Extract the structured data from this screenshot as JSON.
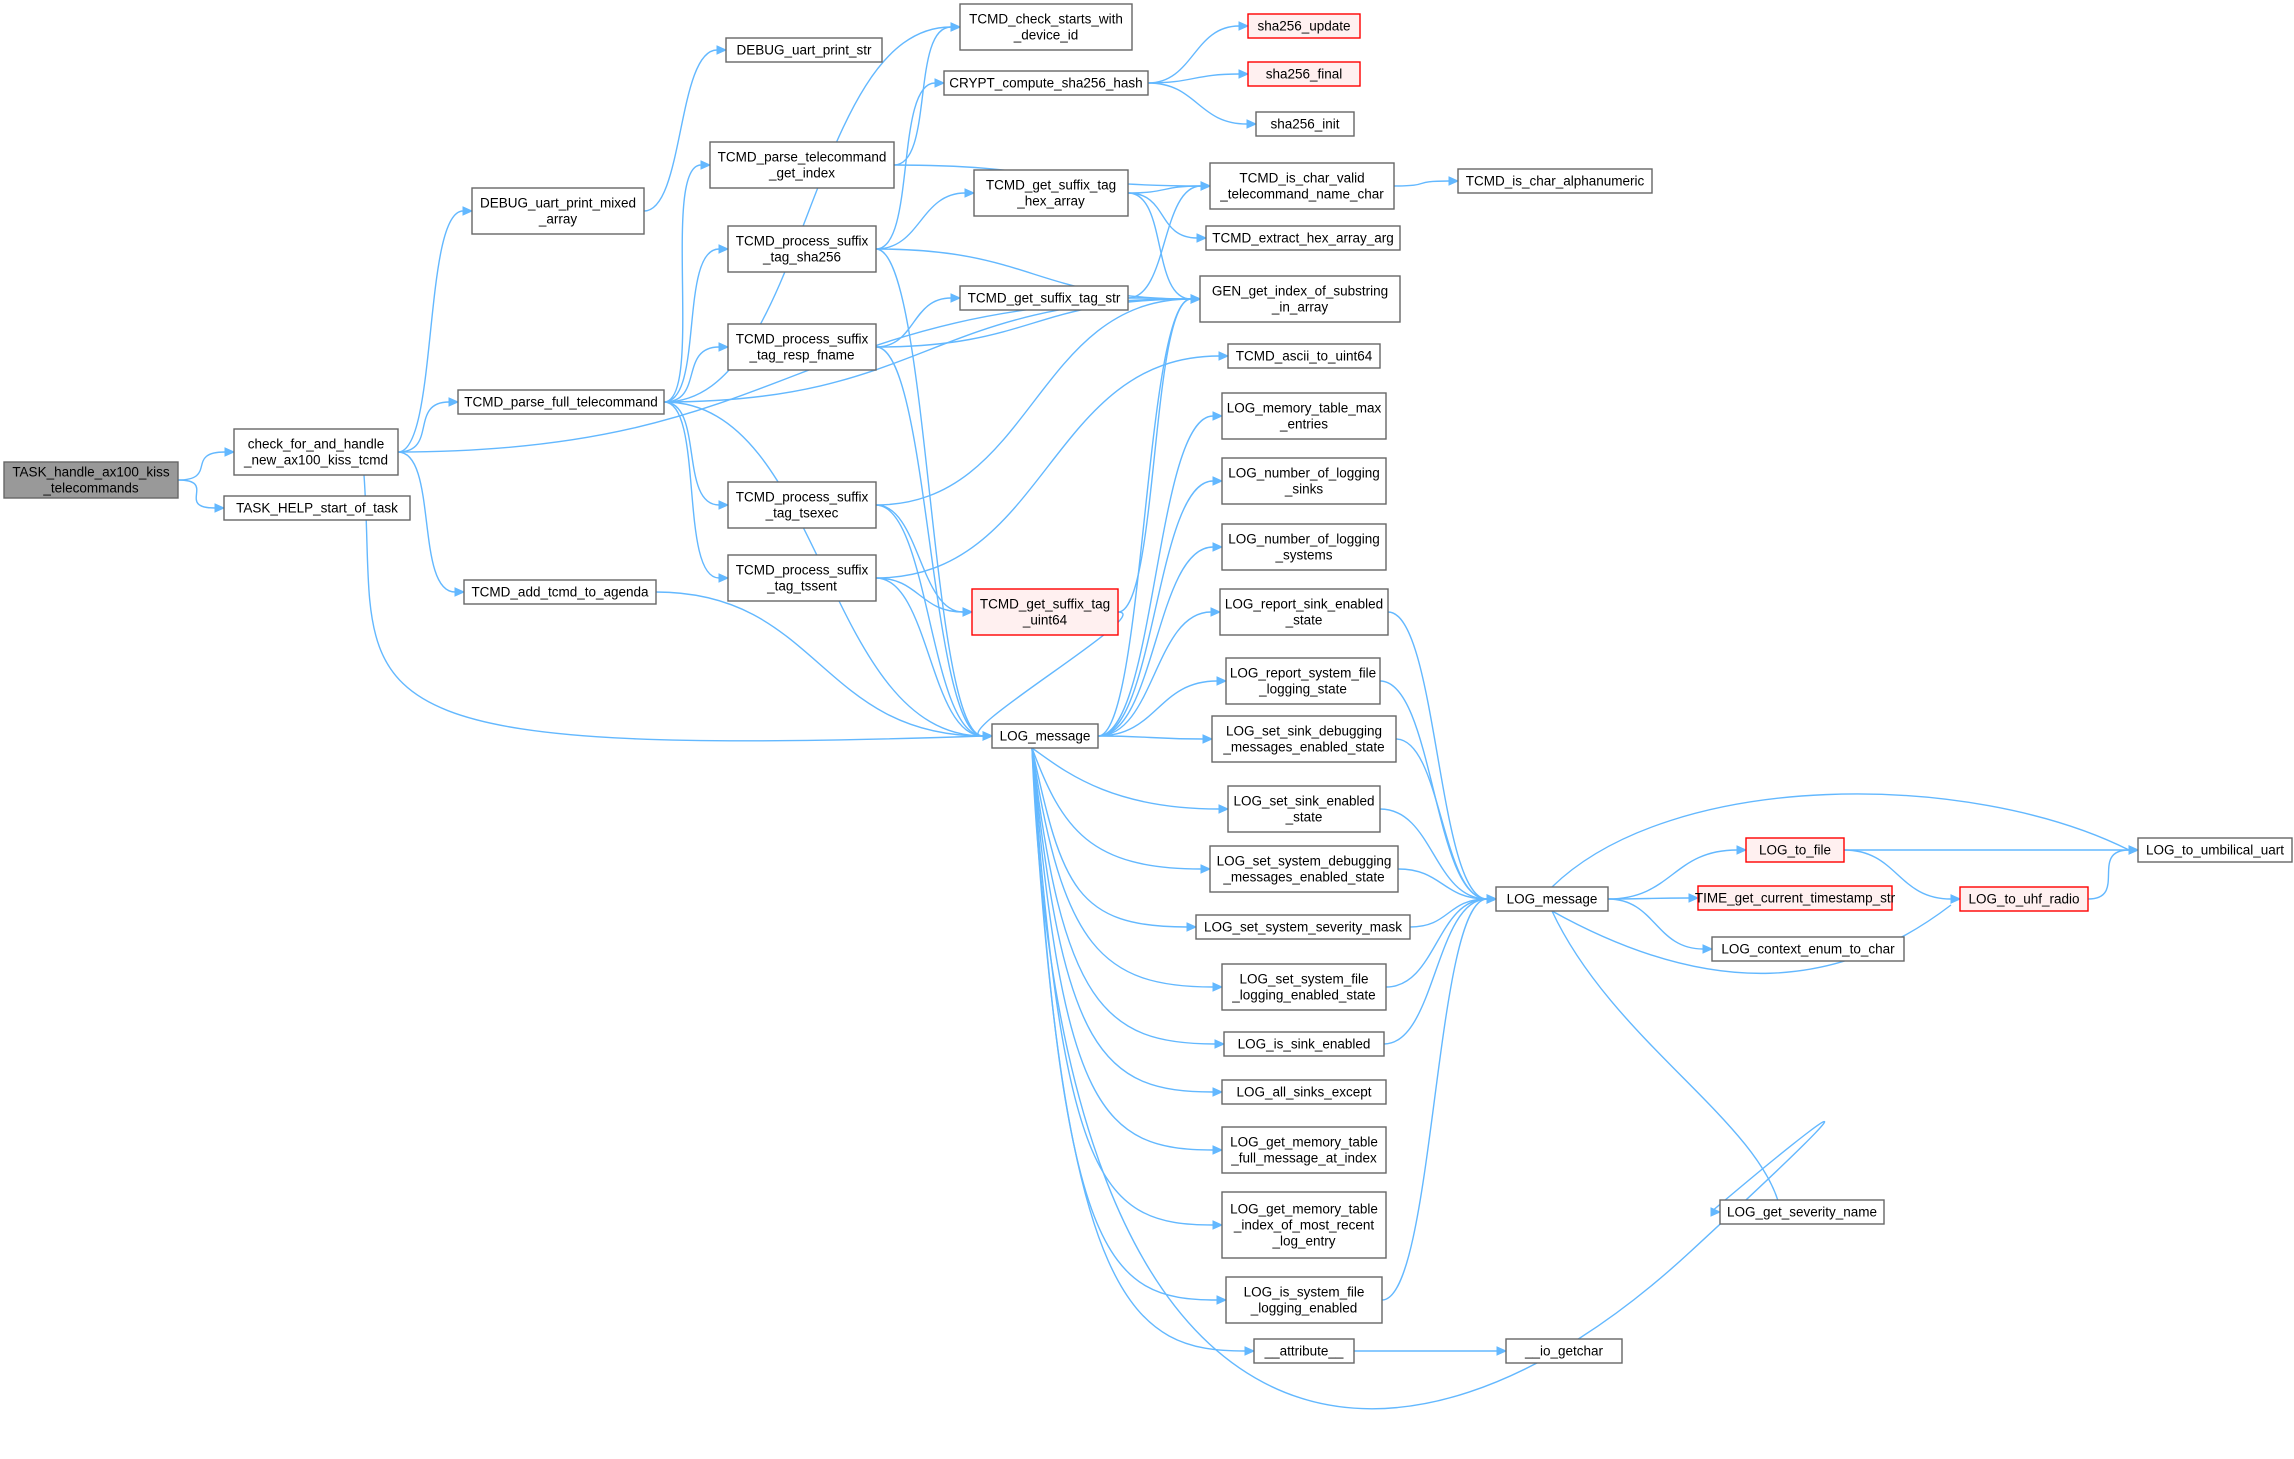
{
  "colors": {
    "node_border": "#666666",
    "node_fill": "#ffffff",
    "root_fill": "#999999",
    "root_border": "#666666",
    "truncated_border": "#ff0000",
    "truncated_fill": "#fff0f0",
    "edge": "#63b8ff"
  },
  "nodes": [
    {
      "id": "root",
      "lines": [
        "TASK_handle_ax100_kiss",
        "_telecommands"
      ],
      "style": "root"
    },
    {
      "id": "check",
      "lines": [
        "check_for_and_handle",
        "_new_ax100_kiss_tcmd"
      ],
      "style": "normal"
    },
    {
      "id": "help",
      "lines": [
        "TASK_HELP_start_of_task"
      ],
      "style": "normal"
    },
    {
      "id": "dbg_mixed",
      "lines": [
        "DEBUG_uart_print_mixed",
        "_array"
      ],
      "style": "normal"
    },
    {
      "id": "dbg_str",
      "lines": [
        "DEBUG_uart_print_str"
      ],
      "style": "normal"
    },
    {
      "id": "parse_full",
      "lines": [
        "TCMD_parse_full_telecommand"
      ],
      "style": "normal"
    },
    {
      "id": "add_agenda",
      "lines": [
        "TCMD_add_tcmd_to_agenda"
      ],
      "style": "normal"
    },
    {
      "id": "parse_index",
      "lines": [
        "TCMD_parse_telecommand",
        "_get_index"
      ],
      "style": "normal"
    },
    {
      "id": "check_starts",
      "lines": [
        "TCMD_check_starts_with",
        "_device_id"
      ],
      "style": "normal"
    },
    {
      "id": "crypt",
      "lines": [
        "CRYPT_compute_sha256_hash"
      ],
      "style": "normal"
    },
    {
      "id": "sha_update",
      "lines": [
        "sha256_update"
      ],
      "style": "truncated"
    },
    {
      "id": "sha_final",
      "lines": [
        "sha256_final"
      ],
      "style": "truncated"
    },
    {
      "id": "sha_init",
      "lines": [
        "sha256_init"
      ],
      "style": "normal"
    },
    {
      "id": "proc_sha",
      "lines": [
        "TCMD_process_suffix",
        "_tag_sha256"
      ],
      "style": "normal"
    },
    {
      "id": "proc_resp",
      "lines": [
        "TCMD_process_suffix",
        "_tag_resp_fname"
      ],
      "style": "normal"
    },
    {
      "id": "proc_tsexec",
      "lines": [
        "TCMD_process_suffix",
        "_tag_tsexec"
      ],
      "style": "normal"
    },
    {
      "id": "proc_tssent",
      "lines": [
        "TCMD_process_suffix",
        "_tag_tssent"
      ],
      "style": "normal"
    },
    {
      "id": "get_hex",
      "lines": [
        "TCMD_get_suffix_tag",
        "_hex_array"
      ],
      "style": "normal"
    },
    {
      "id": "get_str",
      "lines": [
        "TCMD_get_suffix_tag_str"
      ],
      "style": "normal"
    },
    {
      "id": "get_uint64",
      "lines": [
        "TCMD_get_suffix_tag",
        "_uint64"
      ],
      "style": "truncated"
    },
    {
      "id": "log_msg1",
      "lines": [
        "LOG_message"
      ],
      "style": "normal"
    },
    {
      "id": "valid_char",
      "lines": [
        "TCMD_is_char_valid",
        "_telecommand_name_char"
      ],
      "style": "normal"
    },
    {
      "id": "alnum",
      "lines": [
        "TCMD_is_char_alphanumeric"
      ],
      "style": "normal"
    },
    {
      "id": "extract_hex",
      "lines": [
        "TCMD_extract_hex_array_arg"
      ],
      "style": "normal"
    },
    {
      "id": "gen_index",
      "lines": [
        "GEN_get_index_of_substring",
        "_in_array"
      ],
      "style": "normal"
    },
    {
      "id": "ascii64",
      "lines": [
        "TCMD_ascii_to_uint64"
      ],
      "style": "normal"
    },
    {
      "id": "mem_max",
      "lines": [
        "LOG_memory_table_max",
        "_entries"
      ],
      "style": "normal"
    },
    {
      "id": "num_sinks",
      "lines": [
        "LOG_number_of_logging",
        "_sinks"
      ],
      "style": "normal"
    },
    {
      "id": "num_sys",
      "lines": [
        "LOG_number_of_logging",
        "_systems"
      ],
      "style": "normal"
    },
    {
      "id": "rep_sink",
      "lines": [
        "LOG_report_sink_enabled",
        "_state"
      ],
      "style": "normal"
    },
    {
      "id": "rep_sys",
      "lines": [
        "LOG_report_system_file",
        "_logging_state"
      ],
      "style": "normal"
    },
    {
      "id": "set_sink_dbg",
      "lines": [
        "LOG_set_sink_debugging",
        "_messages_enabled_state"
      ],
      "style": "normal"
    },
    {
      "id": "set_sink_en",
      "lines": [
        "LOG_set_sink_enabled",
        "_state"
      ],
      "style": "normal"
    },
    {
      "id": "set_sys_dbg",
      "lines": [
        "LOG_set_system_debugging",
        "_messages_enabled_state"
      ],
      "style": "normal"
    },
    {
      "id": "set_sev",
      "lines": [
        "LOG_set_system_severity_mask"
      ],
      "style": "normal"
    },
    {
      "id": "set_sys_file",
      "lines": [
        "LOG_set_system_file",
        "_logging_enabled_state"
      ],
      "style": "normal"
    },
    {
      "id": "is_sink",
      "lines": [
        "LOG_is_sink_enabled"
      ],
      "style": "normal"
    },
    {
      "id": "all_except",
      "lines": [
        "LOG_all_sinks_except"
      ],
      "style": "normal"
    },
    {
      "id": "mem_full",
      "lines": [
        "LOG_get_memory_table",
        "_full_message_at_index"
      ],
      "style": "normal"
    },
    {
      "id": "mem_recent",
      "lines": [
        "LOG_get_memory_table",
        "_index_of_most_recent",
        "_log_entry"
      ],
      "style": "normal"
    },
    {
      "id": "is_sys_file",
      "lines": [
        "LOG_is_system_file",
        "_logging_enabled"
      ],
      "style": "normal"
    },
    {
      "id": "attribute",
      "lines": [
        "__attribute__"
      ],
      "style": "normal"
    },
    {
      "id": "getchar",
      "lines": [
        "__io_getchar"
      ],
      "style": "normal"
    },
    {
      "id": "log_msg2",
      "lines": [
        "LOG_message"
      ],
      "style": "normal"
    },
    {
      "id": "to_file",
      "lines": [
        "LOG_to_file"
      ],
      "style": "truncated"
    },
    {
      "id": "timestamp",
      "lines": [
        "TIME_get_current_timestamp_str"
      ],
      "style": "truncated"
    },
    {
      "id": "ctx_enum",
      "lines": [
        "LOG_context_enum_to_char"
      ],
      "style": "normal"
    },
    {
      "id": "uhf",
      "lines": [
        "LOG_to_uhf_radio"
      ],
      "style": "truncated"
    },
    {
      "id": "umb",
      "lines": [
        "LOG_to_umbilical_uart"
      ],
      "style": "normal"
    },
    {
      "id": "severity",
      "lines": [
        "LOG_get_severity_name"
      ],
      "style": "normal"
    }
  ],
  "edges": [
    [
      "root",
      "check"
    ],
    [
      "root",
      "help"
    ],
    [
      "check",
      "dbg_mixed"
    ],
    [
      "check",
      "parse_full"
    ],
    [
      "check",
      "add_agenda"
    ],
    [
      "check",
      "gen_index"
    ],
    [
      "check",
      "log_msg1"
    ],
    [
      "dbg_mixed",
      "dbg_str"
    ],
    [
      "parse_full",
      "check_starts"
    ],
    [
      "parse_full",
      "parse_index"
    ],
    [
      "parse_full",
      "proc_sha"
    ],
    [
      "parse_full",
      "proc_resp"
    ],
    [
      "parse_full",
      "proc_tsexec"
    ],
    [
      "parse_full",
      "proc_tssent"
    ],
    [
      "parse_full",
      "gen_index"
    ],
    [
      "parse_full",
      "log_msg1"
    ],
    [
      "add_agenda",
      "log_msg1"
    ],
    [
      "parse_index",
      "check_starts"
    ],
    [
      "parse_index",
      "valid_char"
    ],
    [
      "crypt",
      "sha_update"
    ],
    [
      "crypt",
      "sha_final"
    ],
    [
      "crypt",
      "sha_init"
    ],
    [
      "proc_sha",
      "crypt"
    ],
    [
      "proc_sha",
      "get_hex"
    ],
    [
      "proc_sha",
      "gen_index"
    ],
    [
      "proc_sha",
      "log_msg1"
    ],
    [
      "proc_resp",
      "get_str"
    ],
    [
      "proc_resp",
      "gen_index"
    ],
    [
      "proc_resp",
      "log_msg1"
    ],
    [
      "proc_tsexec",
      "get_uint64"
    ],
    [
      "proc_tsexec",
      "gen_index"
    ],
    [
      "proc_tsexec",
      "log_msg1"
    ],
    [
      "proc_tssent",
      "get_uint64"
    ],
    [
      "proc_tssent",
      "ascii64"
    ],
    [
      "proc_tssent",
      "log_msg1"
    ],
    [
      "get_hex",
      "valid_char"
    ],
    [
      "get_hex",
      "extract_hex"
    ],
    [
      "get_hex",
      "gen_index"
    ],
    [
      "get_str",
      "valid_char"
    ],
    [
      "get_str",
      "gen_index"
    ],
    [
      "get_uint64",
      "gen_index"
    ],
    [
      "get_uint64",
      "log_msg1"
    ],
    [
      "valid_char",
      "alnum"
    ],
    [
      "log_msg1",
      "gen_index"
    ],
    [
      "log_msg1",
      "mem_max"
    ],
    [
      "log_msg1",
      "num_sinks"
    ],
    [
      "log_msg1",
      "num_sys"
    ],
    [
      "log_msg1",
      "rep_sink"
    ],
    [
      "log_msg1",
      "rep_sys"
    ],
    [
      "log_msg1",
      "set_sink_dbg"
    ],
    [
      "log_msg1",
      "set_sink_en"
    ],
    [
      "log_msg1",
      "set_sys_dbg"
    ],
    [
      "log_msg1",
      "set_sev"
    ],
    [
      "log_msg1",
      "set_sys_file"
    ],
    [
      "log_msg1",
      "is_sink"
    ],
    [
      "log_msg1",
      "all_except"
    ],
    [
      "log_msg1",
      "mem_full"
    ],
    [
      "log_msg1",
      "mem_recent"
    ],
    [
      "log_msg1",
      "is_sys_file"
    ],
    [
      "log_msg1",
      "attribute"
    ],
    [
      "log_msg1",
      "severity"
    ],
    [
      "rep_sink",
      "log_msg2"
    ],
    [
      "rep_sys",
      "log_msg2"
    ],
    [
      "set_sink_dbg",
      "log_msg2"
    ],
    [
      "set_sink_en",
      "log_msg2"
    ],
    [
      "set_sys_dbg",
      "log_msg2"
    ],
    [
      "set_sev",
      "log_msg2"
    ],
    [
      "set_sys_file",
      "log_msg2"
    ],
    [
      "is_sink",
      "log_msg2"
    ],
    [
      "is_sys_file",
      "log_msg2"
    ],
    [
      "attribute",
      "getchar"
    ],
    [
      "log_msg2",
      "umb"
    ],
    [
      "log_msg2",
      "to_file"
    ],
    [
      "log_msg2",
      "timestamp"
    ],
    [
      "log_msg2",
      "ctx_enum"
    ],
    [
      "log_msg2",
      "uhf"
    ],
    [
      "log_msg2",
      "severity"
    ],
    [
      "to_file",
      "umb"
    ],
    [
      "to_file",
      "uhf"
    ],
    [
      "uhf",
      "umb"
    ]
  ]
}
